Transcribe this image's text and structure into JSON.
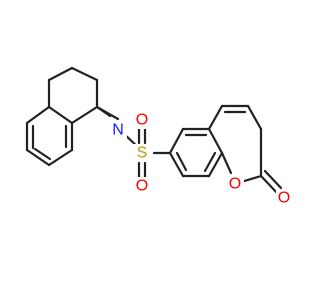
{
  "molecule": {
    "atom_labels": {
      "nitrogen": "N",
      "sulfur": "S",
      "sulfonyl_oxygen_top": "O",
      "sulfonyl_oxygen_bottom": "O",
      "ring_oxygen": "O",
      "carbonyl_oxygen": "O"
    },
    "colors": {
      "bond": "#222222",
      "nitrogen": "#1a1aff",
      "sulfur": "#b39b00",
      "oxygen": "#ff0000"
    }
  }
}
